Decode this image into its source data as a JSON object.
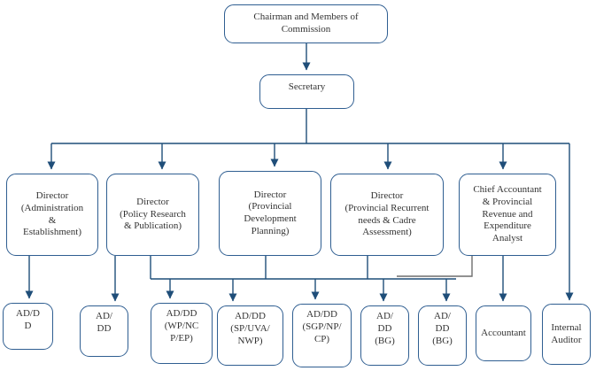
{
  "colors": {
    "box_border": "#2f5e91",
    "connector": "#1f4e79",
    "connector_alt": "#6e6e6e",
    "text": "#333333",
    "background": "#ffffff"
  },
  "nodes": {
    "chairman": {
      "label": "Chairman and Members of\nCommission"
    },
    "secretary": {
      "label": "Secretary"
    },
    "director_admin": {
      "label": "Director\n(Administration\n&\nEstablishment)"
    },
    "director_policy": {
      "label": "Director\n(Policy Research\n& Publication)"
    },
    "director_provdev": {
      "label": "Director\n(Provincial\nDevelopment\nPlanning)"
    },
    "director_recurrent": {
      "label": "Director\n(Provincial Recurrent\nneeds & Cadre\nAssessment)"
    },
    "chief_accountant": {
      "label": "Chief Accountant\n& Provincial\nRevenue and\nExpenditure\nAnalyst"
    },
    "ad_dd_1": {
      "label": "AD/D\nD"
    },
    "ad_dd_2": {
      "label": "AD/\nDD"
    },
    "ad_dd_wp_nc_p_ep": {
      "label": "AD/DD\n(WP/NC\nP/EP)"
    },
    "ad_dd_sp_uva_nwp": {
      "label": "AD/DD\n(SP/UVA/\nNWP)"
    },
    "ad_dd_sgp_np_cp": {
      "label": "AD/DD\n(SGP/NP/\nCP)"
    },
    "ad_dd_bg_1": {
      "label": "AD/\nDD\n(BG)"
    },
    "ad_dd_bg_2": {
      "label": "AD/\nDD\n(BG)"
    },
    "accountant": {
      "label": "Accountant"
    },
    "internal_auditor": {
      "label": "Internal\nAuditor"
    }
  }
}
